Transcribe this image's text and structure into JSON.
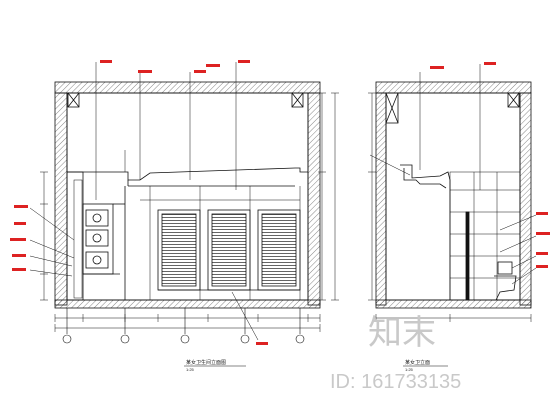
{
  "watermark": {
    "brand_text": "知末",
    "id_text": "ID: 161733135"
  },
  "left_elevation": {
    "title": "某女卫生间立面图",
    "scale_text": "1:25"
  },
  "right_elevation": {
    "title": "某女卫立面",
    "scale_text": "1:25"
  },
  "colors": {
    "line": "#111111",
    "hatch": "#333333",
    "annotation_red": "#dd2222",
    "watermark": "#c9c9c9"
  }
}
